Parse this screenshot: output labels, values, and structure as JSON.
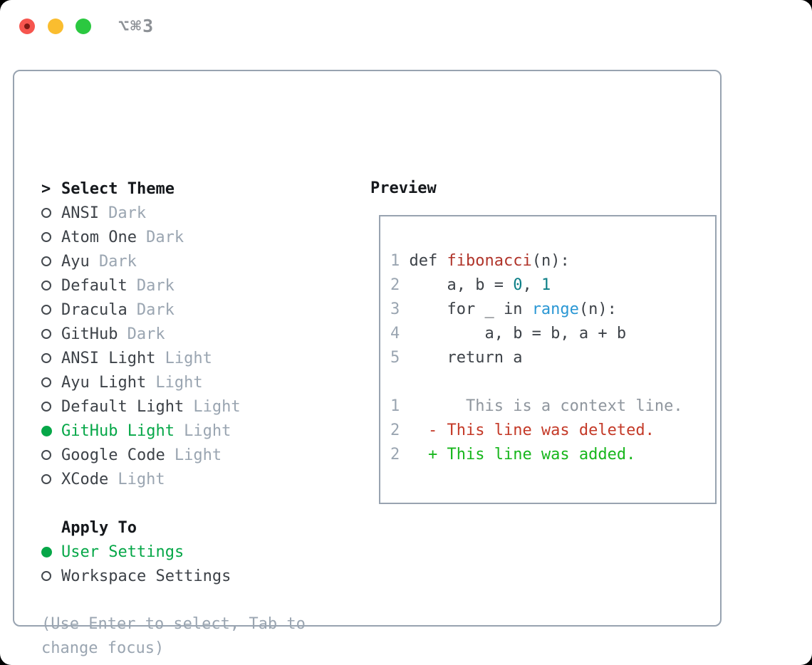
{
  "window": {
    "title": "⌥⌘3"
  },
  "titlebar": {
    "buttons": [
      "close",
      "minimize",
      "zoom"
    ]
  },
  "colors": {
    "border": "#98a3b0",
    "ink": "#3d4248",
    "black": "#15181c",
    "muted": "#9aa5b1",
    "green": "#06a748",
    "ctx": "#8f969e",
    "del": "#c43a28",
    "add": "#17b61c",
    "fn": "#b0342a",
    "num": "#0b7e86",
    "call": "#2a97d4",
    "title": "#8d9196",
    "tl-red": "#f6554e",
    "tl-red-dot": "#7f1a14",
    "tl-yellow": "#fabd2f",
    "tl-green": "#2bc840"
  },
  "theme_picker": {
    "prompt": ">",
    "title": "Select Theme",
    "items": [
      {
        "name": "ANSI",
        "variant": "Dark",
        "selected": false
      },
      {
        "name": "Atom One",
        "variant": "Dark",
        "selected": false
      },
      {
        "name": "Ayu",
        "variant": "Dark",
        "selected": false
      },
      {
        "name": "Default",
        "variant": "Dark",
        "selected": false
      },
      {
        "name": "Dracula",
        "variant": "Dark",
        "selected": false
      },
      {
        "name": "GitHub",
        "variant": "Dark",
        "selected": false
      },
      {
        "name": "ANSI Light",
        "variant": "Light",
        "selected": false
      },
      {
        "name": "Ayu Light",
        "variant": "Light",
        "selected": false
      },
      {
        "name": "Default Light",
        "variant": "Light",
        "selected": false
      },
      {
        "name": "GitHub Light",
        "variant": "Light",
        "selected": true
      },
      {
        "name": "Google Code",
        "variant": "Light",
        "selected": false
      },
      {
        "name": "XCode",
        "variant": "Light",
        "selected": false
      }
    ]
  },
  "apply_to": {
    "title": "Apply To",
    "options": [
      {
        "label": "User Settings",
        "selected": true
      },
      {
        "label": "Workspace Settings",
        "selected": false
      }
    ]
  },
  "hint": {
    "line1": "(Use Enter to select, Tab to",
    "line2": "change focus)"
  },
  "preview": {
    "title": "Preview",
    "code_lines": [
      [
        {
          "t": "1 ",
          "s": "ln"
        },
        {
          "t": "def ",
          "s": "plain"
        },
        {
          "t": "fibonacci",
          "s": "fn"
        },
        {
          "t": "(n):",
          "s": "plain"
        }
      ],
      [
        {
          "t": "2 ",
          "s": "ln"
        },
        {
          "t": "    a, b = ",
          "s": "plain"
        },
        {
          "t": "0",
          "s": "num"
        },
        {
          "t": ", ",
          "s": "plain"
        },
        {
          "t": "1",
          "s": "num"
        }
      ],
      [
        {
          "t": "3 ",
          "s": "ln"
        },
        {
          "t": "    for _ in ",
          "s": "plain"
        },
        {
          "t": "range",
          "s": "call"
        },
        {
          "t": "(n):",
          "s": "plain"
        }
      ],
      [
        {
          "t": "4 ",
          "s": "ln"
        },
        {
          "t": "        a, b = b, a + b",
          "s": "plain"
        }
      ],
      [
        {
          "t": "5 ",
          "s": "ln"
        },
        {
          "t": "    return a",
          "s": "plain"
        }
      ],
      [],
      [
        {
          "t": "1 ",
          "s": "ln"
        },
        {
          "t": "      This is a context line.",
          "s": "ctx"
        }
      ],
      [
        {
          "t": "2 ",
          "s": "ln"
        },
        {
          "t": "  - This line was deleted.",
          "s": "del"
        }
      ],
      [
        {
          "t": "2 ",
          "s": "ln"
        },
        {
          "t": "  + This line was added.",
          "s": "add"
        }
      ]
    ]
  }
}
